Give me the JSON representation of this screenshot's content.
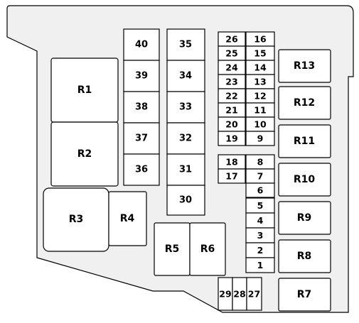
{
  "diagram": {
    "colors": {
      "housing_fill": "#f0f0f0",
      "stroke": "#000000",
      "box_fill": "#ffffff"
    },
    "relays": [
      "R1",
      "R2",
      "R3",
      "R4",
      "R5",
      "R6",
      "R7",
      "R8",
      "R9",
      "R10",
      "R11",
      "R12",
      "R13"
    ],
    "fuses_large_col1": [
      "40",
      "39",
      "38",
      "37",
      "36"
    ],
    "fuses_large_col2": [
      "35",
      "34",
      "33",
      "32",
      "31",
      "30"
    ],
    "fuses_mini_left": [
      "26",
      "25",
      "24",
      "23",
      "22",
      "21",
      "20",
      "19",
      "18",
      "17"
    ],
    "fuses_mini_right": [
      "16",
      "15",
      "14",
      "13",
      "12",
      "11",
      "10",
      "9",
      "8",
      "7",
      "6",
      "5",
      "4",
      "3",
      "2",
      "1"
    ],
    "fuses_bottom": [
      "29",
      "28",
      "27"
    ]
  }
}
